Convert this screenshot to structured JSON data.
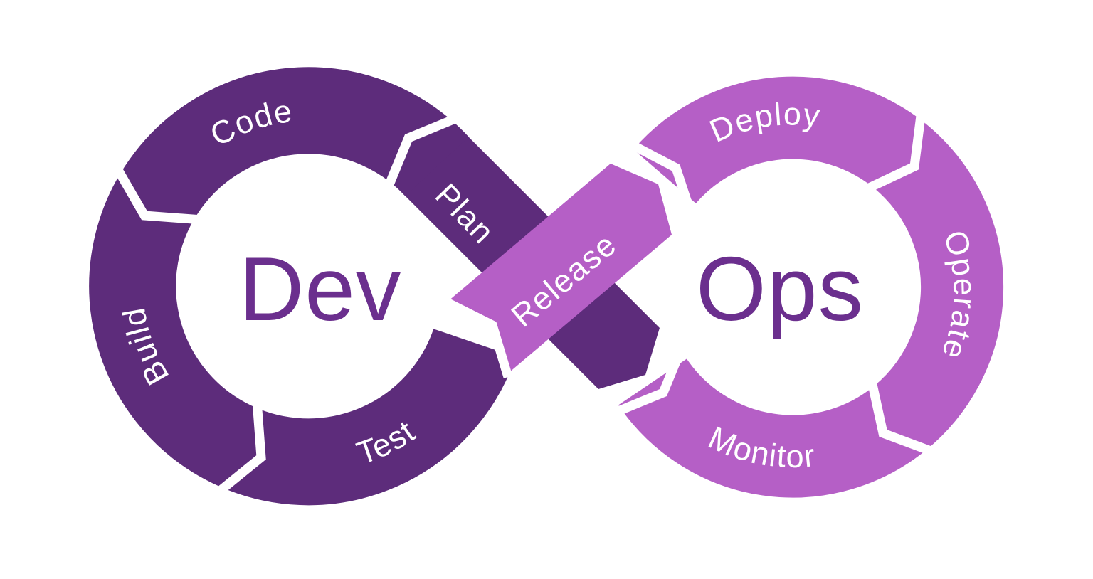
{
  "diagram": {
    "type": "devops-infinity-loop",
    "dev_loop": {
      "center_label": "Dev",
      "code_label": "Code",
      "plan_label": "Plan",
      "build_label": "Build",
      "test_label": "Test"
    },
    "ops_loop": {
      "center_label": "Ops",
      "deploy_label": "Deploy",
      "operate_label": "Operate",
      "monitor_label": "Monitor",
      "release_label": "Release"
    },
    "colors": {
      "dev_purple": "#5D2C7B",
      "ops_orchid": "#B55FC6",
      "center_text_purple": "#6B2F8E",
      "label_white": "#FFFFFF",
      "background": "#FFFFFF"
    }
  }
}
